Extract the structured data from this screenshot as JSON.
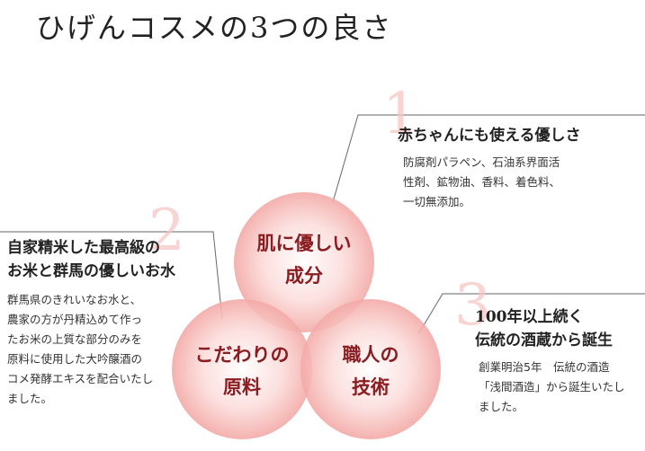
{
  "title": "ひげんコスメの3つの良さ",
  "colors": {
    "circle": "#f7b7b4",
    "label": "#8a1d22",
    "number": "#f6c6c3",
    "leader": "#666666"
  },
  "circles": [
    {
      "line1": "肌に優しい",
      "line2": "成分"
    },
    {
      "line1": "こだわりの",
      "line2": "原料"
    },
    {
      "line1": "職人の",
      "line2": "技術"
    }
  ],
  "points": [
    {
      "number": "1",
      "heading": [
        "赤ちゃんにも使える優しさ"
      ],
      "body": [
        "防腐剤パラペン、石油系界面活",
        "性剤、鉱物油、香料、着色料、",
        "一切無添加。"
      ]
    },
    {
      "number": "2",
      "heading": [
        "自家精米した最高級の",
        "お米と群馬の優しいお水"
      ],
      "body": [
        "群馬県のきれいなお水と、",
        "農家の方が丹精込めて作っ",
        "たお米の上質な部分のみを",
        "原料に使用した大吟醸酒の",
        "コメ発酵エキスを配合いたし",
        "ました。"
      ]
    },
    {
      "number": "3",
      "heading": [
        "100年以上続く",
        "伝統の酒蔵から誕生"
      ],
      "body": [
        "創業明治5年　伝統の酒造",
        "「浅間酒造」から誕生いたし",
        "ました。"
      ]
    }
  ]
}
